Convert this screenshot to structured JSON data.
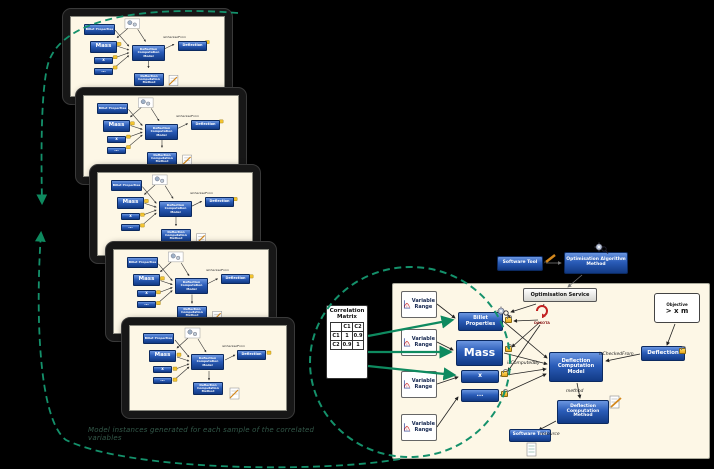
{
  "stack": {
    "mini": {
      "billet": "Billet Properties",
      "mass": "Mass",
      "x": "x",
      "dots": "...",
      "dcm": "Deflection Computation Model",
      "deflection": "Deflection",
      "dcmethod": "Deflection Computation Method",
      "isCheckedFrom": "isCheckedFrom"
    },
    "caption": "Model instances generated for each sample of the correlated variables"
  },
  "matrix": {
    "title": "Correlation Matrix",
    "col_headers": [
      "C1",
      "C2"
    ],
    "rows": [
      {
        "label": "C1",
        "v1": "1",
        "v2": "0.9"
      },
      {
        "label": "C2",
        "v1": "0.9",
        "v2": "1"
      }
    ]
  },
  "main": {
    "software_tool_top": "Software Tool",
    "optimisation_algorithm_method": "Optimisation Algorithm Method",
    "optimisation_service": "Optimisation Service",
    "dakota": "DAKOTA",
    "variable_range": "Variable Range",
    "billet_properties": "Billet Properties",
    "mass": "Mass",
    "x": "x",
    "dots": "...",
    "deflection_computation_model": "Deflection Computation Model",
    "deflection": "Deflection",
    "objective_title": "Objective",
    "objective_value": "> x m",
    "deflection_computation_method": "Deflection Computation Method",
    "software_tool_bottom": "Software Tool",
    "labels": {
      "isComputedBy": "isComputedBy",
      "isCheckedFrom": "isCheckedFrom",
      "method": "method",
      "resource": "resource"
    }
  },
  "colors": {
    "accent_green": "#128a63",
    "box_blue": "#1d4ea8",
    "panel_cream": "#fdf7e6"
  }
}
